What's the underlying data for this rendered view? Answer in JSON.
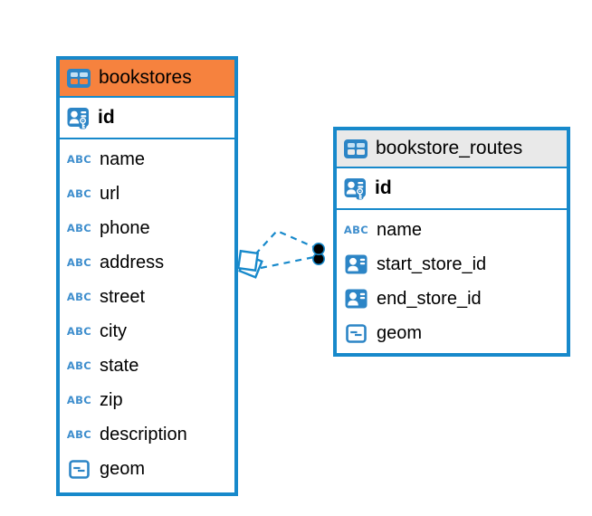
{
  "diagram": {
    "kind": "entity-relationship-diagram",
    "colors": {
      "accent_blue": "#1789CB",
      "icon_blue": "#2C85C6",
      "bookstores_header_bg": "#F6823E",
      "routes_header_bg": "#E9E9E9",
      "text": "#000000",
      "relationship_dot": "#000000"
    },
    "type_badge_text": "ABC",
    "tables": [
      {
        "name": "bookstores",
        "primary_key": "id",
        "columns": [
          "name",
          "url",
          "phone",
          "address",
          "street",
          "city",
          "state",
          "zip",
          "description",
          "geom"
        ]
      },
      {
        "name": "bookstore_routes",
        "primary_key": "id",
        "columns": [
          "name",
          "start_store_id",
          "end_store_id",
          "geom"
        ]
      }
    ],
    "relationships": [
      {
        "from": "bookstores",
        "to": "bookstore_routes",
        "style": "dashed"
      },
      {
        "from": "bookstores",
        "to": "bookstore_routes",
        "style": "dashed"
      }
    ]
  }
}
